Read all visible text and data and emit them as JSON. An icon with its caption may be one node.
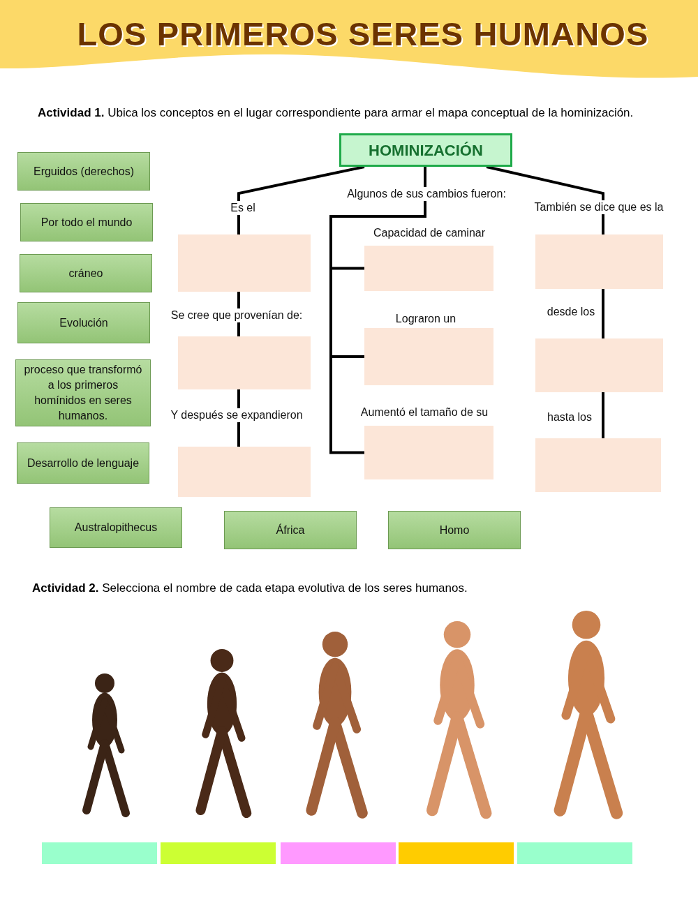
{
  "diagram": {
    "title": "LOS PRIMEROS SERES HUMANOS",
    "nodes": [
      {
        "text": [
          "HOMINIZACIÓN"
        ]
      },
      {
        "text": [],
        "shape": "box"
      },
      {
        "text": [],
        "shape": "box"
      },
      {
        "text": [],
        "shape": "box"
      },
      {
        "text": [],
        "shape": "box",
        "beside": [
          "Capacidad de caminar"
        ]
      },
      {
        "text": [],
        "shape": "box",
        "beside": [
          "Lograron un"
        ]
      },
      {
        "text": [],
        "shape": "box",
        "beside": [
          "Aumentó el tamaño de su"
        ]
      },
      {
        "text": [],
        "shape": "box"
      },
      {
        "text": [],
        "shape": "box"
      },
      {
        "text": [],
        "shape": "box"
      },
      {
        "text": [
          "Erguidos (derechos)"
        ]
      },
      {
        "text": [
          "Por todo el mundo"
        ]
      },
      {
        "text": [
          "cráneo"
        ]
      },
      {
        "text": [
          "Evolución"
        ]
      },
      {
        "text": [
          "proceso que transformó a los primeros homínidos en seres humanos."
        ]
      },
      {
        "text": [
          "Desarrollo de lenguaje"
        ]
      },
      {
        "text": [
          "Australopithecus"
        ]
      },
      {
        "text": [
          "África"
        ]
      },
      {
        "text": [
          "Homo"
        ]
      }
    ],
    "edges": [
      {
        "from": 0,
        "to": 1,
        "arrow": "none",
        "label": "Es el"
      },
      {
        "from": 1,
        "to": 2,
        "arrow": "none",
        "label": "Se cree que provenían de:"
      },
      {
        "from": 2,
        "to": 3,
        "arrow": "none",
        "label": "Y después se expandieron"
      },
      {
        "from": 0,
        "to": 4,
        "arrow": "none",
        "label": "Algunos de sus cambios fueron:"
      },
      {
        "from": 0,
        "to": 5,
        "arrow": "none"
      },
      {
        "from": 0,
        "to": 6,
        "arrow": "none"
      },
      {
        "from": 0,
        "to": 7,
        "arrow": "none",
        "label": "También se dice que es la"
      },
      {
        "from": 7,
        "to": 8,
        "arrow": "none",
        "label": "desde los"
      },
      {
        "from": 8,
        "to": 9,
        "arrow": "none",
        "label": "hasta los"
      }
    ],
    "labels": [
      "**Actividad 1.** Ubica los conceptos en el lugar correspondiente para armar el mapa conceptual de la hominización.",
      "**Actividad 2.** Selecciona el nombre de cada etapa evolutiva de los seres humanos."
    ]
  }
}
